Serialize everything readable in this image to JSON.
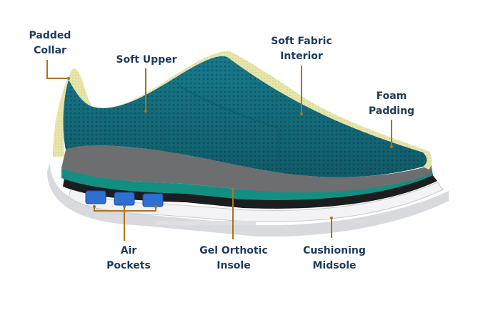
{
  "labels": {
    "padded_collar": [
      "Padded",
      "Collar"
    ],
    "soft_upper": [
      "Soft Upper"
    ],
    "soft_fabric_interior": [
      "Soft Fabric",
      "Interior"
    ],
    "foam_padding": [
      "Foam",
      "Padding"
    ],
    "air_pockets": [
      "Air",
      "Pockets"
    ],
    "gel_orthotic_insole": [
      "Gel Orthotic",
      "Insole"
    ],
    "cushioning_midsole": [
      "Cushioning",
      "Midsole"
    ]
  },
  "colors": {
    "label_text": "#1e3a5c",
    "leader_line": "#a9731e",
    "upper": "#16788a",
    "collar_foam": "#e6e3a8",
    "insole_gray": "#6e6f70",
    "gel_teal": "#128f82",
    "midsole": "#f2f2f4",
    "air_pocket": "#2f6fd0"
  },
  "icons": [
    "shoe-cross-section-illustration"
  ]
}
